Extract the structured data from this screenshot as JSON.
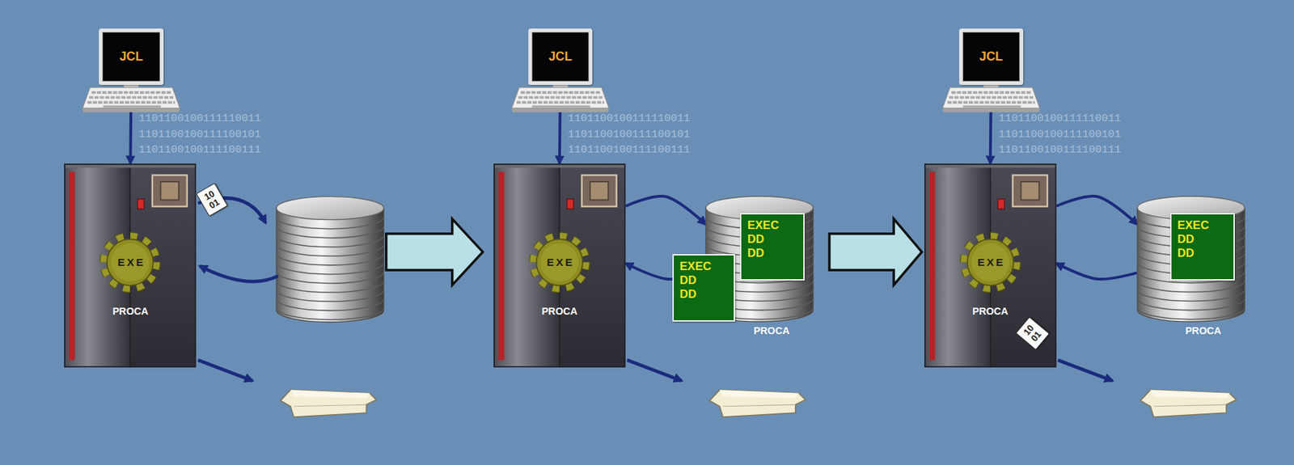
{
  "diagram": {
    "nodes": [
      {
        "text": [
          "JCL"
        ]
      },
      {
        "text": [
          "PROCA"
        ]
      },
      {
        "text": [
          "EXE"
        ],
        "in": 1
      },
      {
        "text": [
          "10 01"
        ]
      },
      {
        "text": [
          "JCL"
        ]
      },
      {
        "text": [
          "PROCA"
        ]
      },
      {
        "text": [
          "EXE"
        ],
        "in": 5
      },
      {
        "text": [
          "PROCA"
        ]
      },
      {
        "text": [
          "EXEC",
          "DD",
          "DD"
        ],
        "in": 7
      },
      {
        "text": [
          "EXEC",
          "DD",
          "DD"
        ]
      },
      {
        "text": [
          "JCL"
        ]
      },
      {
        "text": [
          "PROCA"
        ]
      },
      {
        "text": [
          "EXE"
        ],
        "in": 11
      },
      {
        "text": [
          "10 01"
        ],
        "in": 11
      },
      {
        "text": [
          "PROCA"
        ]
      },
      {
        "text": [
          "EXEC",
          "DD",
          "DD"
        ],
        "in": 14
      }
    ],
    "edges": [
      {
        "from": 0,
        "to": 1,
        "arrow": "to"
      },
      {
        "from": 4,
        "to": 5,
        "arrow": "to"
      },
      {
        "from": 5,
        "to": 7,
        "arrow": "to"
      },
      {
        "from": 7,
        "to": 5,
        "arrow": "to"
      },
      {
        "from": 10,
        "to": 11,
        "arrow": "to"
      },
      {
        "from": 11,
        "to": 14,
        "arrow": "to"
      },
      {
        "from": 14,
        "to": 11,
        "arrow": "to"
      }
    ],
    "labels": [
      "1101100100111110011",
      "1101100100111100101",
      "1101100100111100111",
      "1101100100111110011",
      "1101100100111100101",
      "1101100100111100111",
      "1101100100111110011",
      "1101100100111100101",
      "1101100100111100111"
    ]
  }
}
